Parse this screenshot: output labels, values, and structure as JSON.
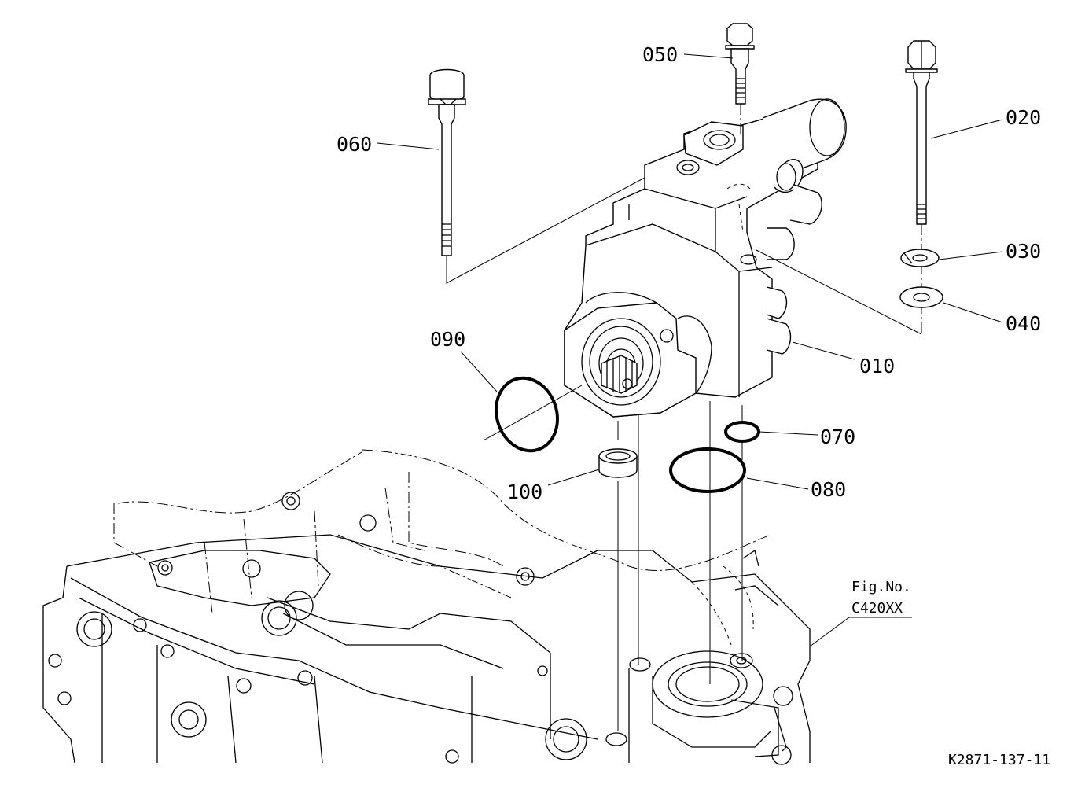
{
  "parts": [
    {
      "id": "p010",
      "number": "010"
    },
    {
      "id": "p020",
      "number": "020"
    },
    {
      "id": "p030",
      "number": "030"
    },
    {
      "id": "p040",
      "number": "040"
    },
    {
      "id": "p050",
      "number": "050"
    },
    {
      "id": "p060",
      "number": "060"
    },
    {
      "id": "p070",
      "number": "070"
    },
    {
      "id": "p080",
      "number": "080"
    },
    {
      "id": "p090",
      "number": "090"
    },
    {
      "id": "p100",
      "number": "100"
    }
  ],
  "figure_ref": {
    "line1": "Fig.No.",
    "line2": "C420XX"
  },
  "drawing_code": "K2871-137-11"
}
